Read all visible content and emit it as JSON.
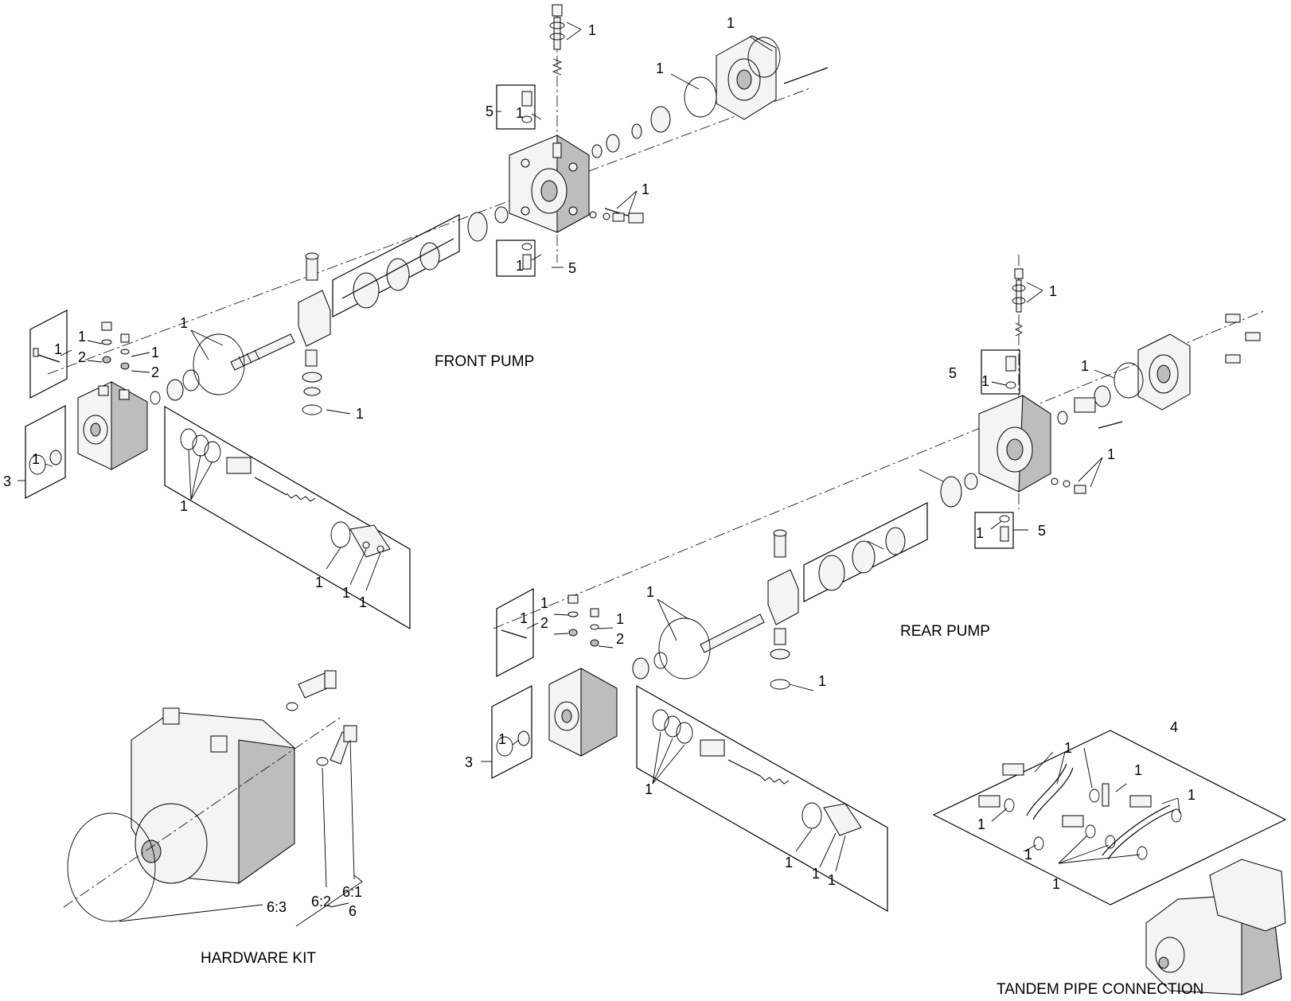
{
  "titles": {
    "front_pump": "FRONT PUMP",
    "rear_pump": "REAR PUMP",
    "hardware_kit": "HARDWARE KIT",
    "tandem_pipe_connection": "TANDEM PIPE CONNECTION"
  },
  "callouts": {
    "one": "1",
    "two": "2",
    "three": "3",
    "four": "4",
    "five": "5",
    "six": "6",
    "six_one": "6:1",
    "six_two": "6:2",
    "six_three": "6:3"
  }
}
